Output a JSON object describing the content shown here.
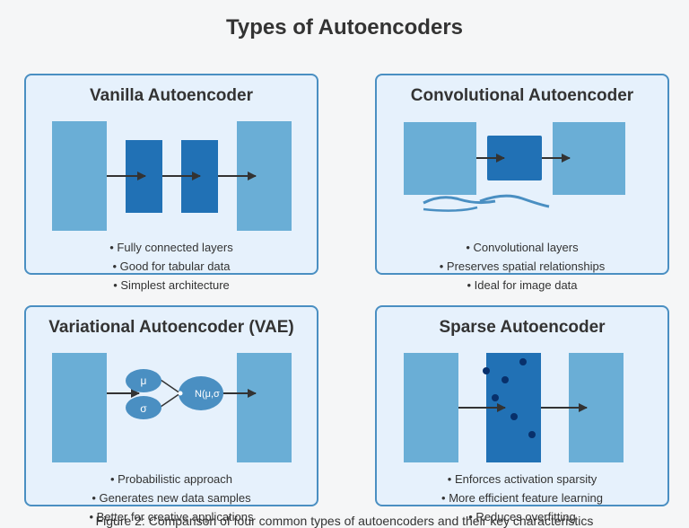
{
  "title": "Types of Autoencoders",
  "caption": "Figure 2: Comparison of four common types of autoencoders and their key characteristics",
  "colors": {
    "panel_bg": "#e6f1fc",
    "panel_border": "#4a8fc2",
    "light_block": "#6aaed6",
    "dark_block": "#2171b5",
    "latent_ellipse": "#4a8fc2",
    "arrow": "#333333",
    "sparse_dot": "#08306b"
  },
  "panels": {
    "vanilla": {
      "title": "Vanilla Autoencoder",
      "bullets": [
        "• Fully connected layers",
        "• Good for tabular data",
        "• Simplest architecture"
      ]
    },
    "convolutional": {
      "title": "Convolutional Autoencoder",
      "bullets": [
        "• Convolutional layers",
        "• Preserves spatial relationships",
        "• Ideal for image data"
      ]
    },
    "variational": {
      "title": "Variational Autoencoder (VAE)",
      "mu_label": "μ",
      "sigma_label": "σ",
      "sample_label": "N(μ,σ",
      "bullets": [
        "• Probabilistic approach",
        "• Generates new data samples",
        "• Better for creative applications"
      ]
    },
    "sparse": {
      "title": "Sparse Autoencoder",
      "bullets": [
        "• Enforces activation sparsity",
        "• More efficient feature learning",
        "• Reduces overfitting"
      ]
    }
  }
}
